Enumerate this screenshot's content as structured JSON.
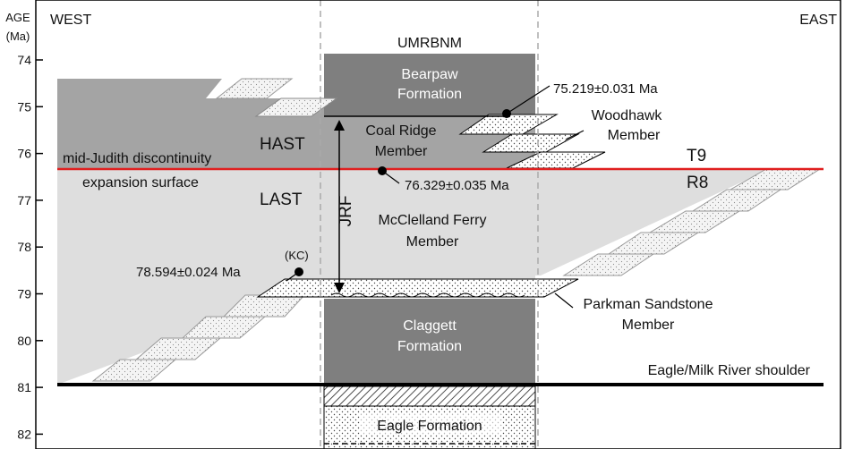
{
  "axis": {
    "title_line1": "AGE",
    "title_line2": "(Ma)",
    "ticks": [
      "74",
      "75",
      "76",
      "77",
      "78",
      "79",
      "80",
      "81",
      "82"
    ]
  },
  "headers": {
    "west": "WEST",
    "east": "EAST",
    "section": "UMRBNM"
  },
  "units": {
    "bearpaw_line1": "Bearpaw",
    "bearpaw_line2": "Formation",
    "coal_ridge_line1": "Coal Ridge",
    "coal_ridge_line2": "Member",
    "mcclelland_line1": "McClelland Ferry",
    "mcclelland_line2": "Member",
    "claggett_line1": "Claggett",
    "claggett_line2": "Formation",
    "eagle": "Eagle Formation"
  },
  "annotations": {
    "hast": "HAST",
    "last": "LAST",
    "jrf": "JRF",
    "discontinuity_line1": "mid-Judith discontinuity",
    "discontinuity_line2": "expansion surface",
    "t9": "T9",
    "r8": "R8",
    "woodhawk_line1": "Woodhawk",
    "woodhawk_line2": "Member",
    "parkman_line1": "Parkman Sandstone",
    "parkman_line2": "Member",
    "shoulder": "Eagle/Milk River shoulder",
    "kc": "(KC)"
  },
  "dates": {
    "d1": "75.219±0.031 Ma",
    "d2": "76.329±0.035 Ma",
    "d3": "78.594±0.024 Ma"
  },
  "colors": {
    "dark_gray": "#7f7f7f",
    "light_gray": "#dedede",
    "mid_gray": "#a4a4a4",
    "discontinuity_red": "#e02020",
    "frame": "#000000"
  }
}
